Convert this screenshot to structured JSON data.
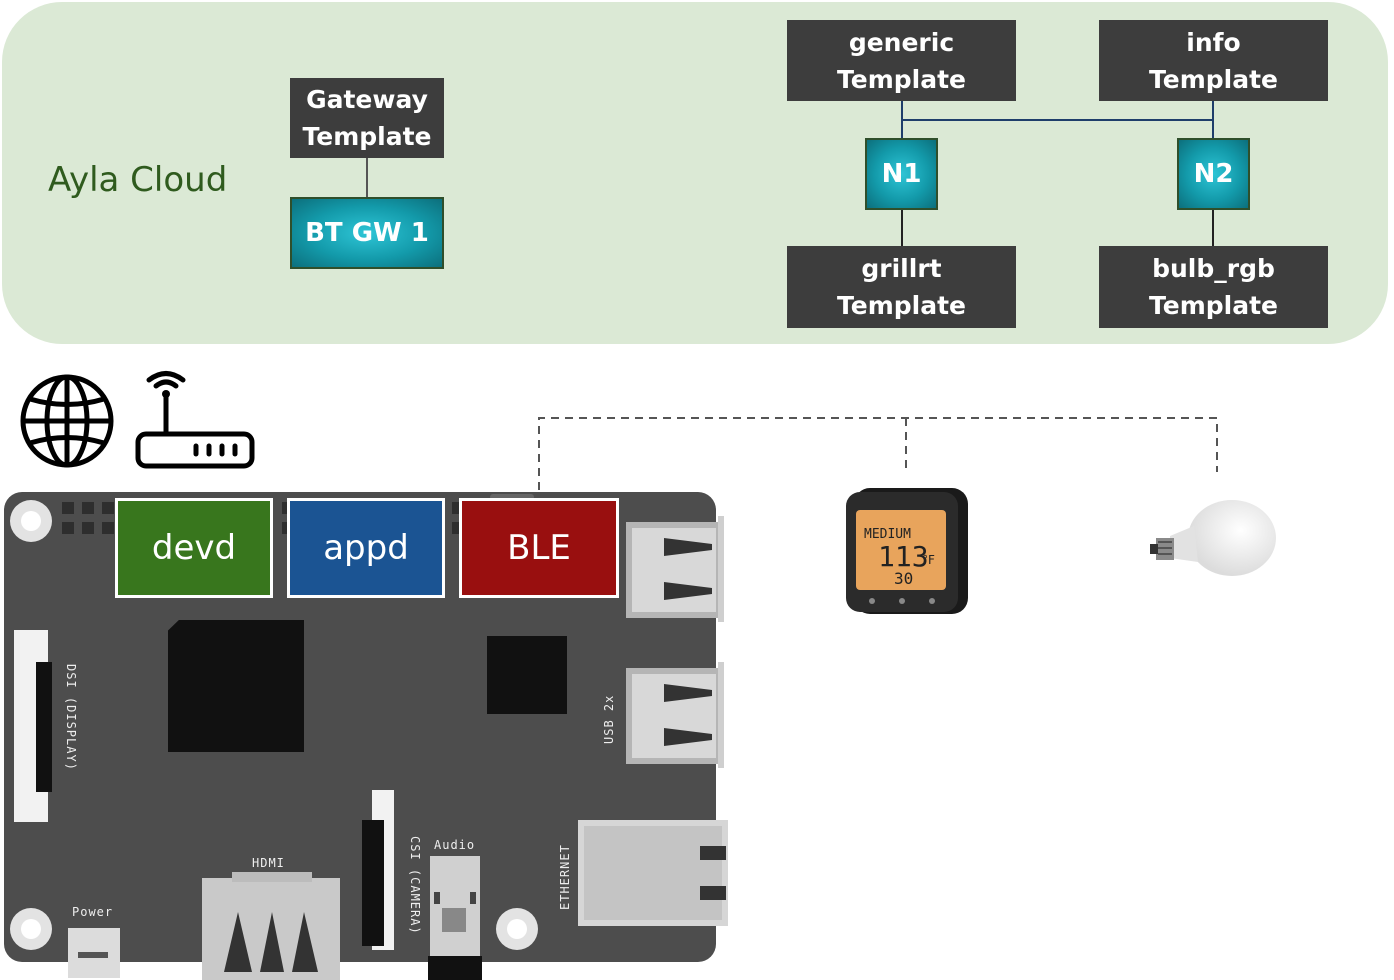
{
  "cloud": {
    "label": "Ayla Cloud"
  },
  "templates": {
    "gateway": {
      "line1": "Gateway",
      "line2": "Template"
    },
    "generic": {
      "line1": "generic",
      "line2": "Template"
    },
    "info": {
      "line1": "info",
      "line2": "Template"
    },
    "grillrt": {
      "line1": "grillrt",
      "line2": "Template"
    },
    "bulb_rgb": {
      "line1": "bulb_rgb",
      "line2": "Template"
    }
  },
  "nodes": {
    "gateway": "BT GW 1",
    "n1": "N1",
    "n2": "N2"
  },
  "services": {
    "devd": "devd",
    "appd": "appd",
    "ble": "BLE"
  },
  "board_labels": {
    "dsi": "DSI (DISPLAY)",
    "usb": "USB 2x",
    "hdmi": "HDMI",
    "csi": "CSI (CAMERA)",
    "audio": "Audio",
    "ethernet": "ETHERNET",
    "power": "Power"
  },
  "thermometer": {
    "mode": "MEDIUM",
    "temp": "113",
    "unit": "°F",
    "secondary": "30"
  },
  "icons": [
    "globe-icon",
    "router-icon",
    "thermometer-device-icon",
    "light-bulb-icon"
  ],
  "colors": {
    "cloud": "#dbe9d5",
    "template": "#3d3d3d",
    "node": "#139aaa",
    "devd": "#38761d",
    "appd": "#1b5493",
    "ble": "#990f0f",
    "board": "#4d4d4d"
  }
}
